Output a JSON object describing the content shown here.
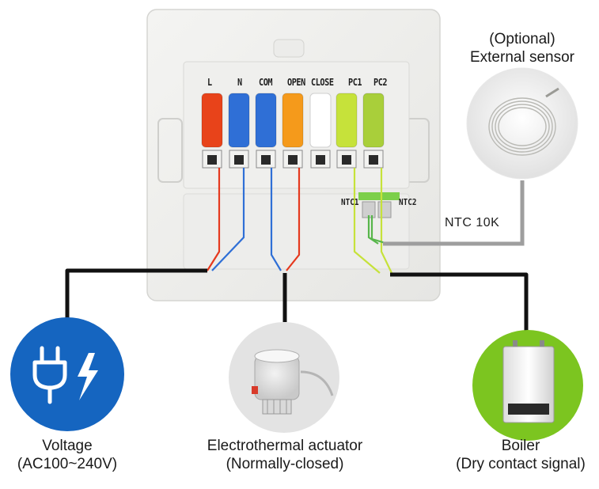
{
  "terminals": [
    {
      "label": "L",
      "color": "#e8431a"
    },
    {
      "label": "N",
      "color": "#2f6fd6"
    },
    {
      "label": "COM",
      "color": "#2f6fd6"
    },
    {
      "label": "OPEN",
      "color": "#f59a1b"
    },
    {
      "label": "CLOSE",
      "color": "#ffffff"
    },
    {
      "label": "PC1",
      "color": "#c6e23a"
    },
    {
      "label": "PC2",
      "color": "#a9cf3a"
    }
  ],
  "ntc_terminals": [
    "NTC1",
    "NTC2"
  ],
  "sensor_spec": "NTC 10K",
  "optional_sensor": {
    "line1": "(Optional)",
    "line2": "External sensor"
  },
  "voltage": {
    "line1": "Voltage",
    "line2": "(AC100~240V)"
  },
  "actuator": {
    "line1": "Electrothermal actuator",
    "line2": "(Normally-closed)"
  },
  "boiler": {
    "line1": "Boiler",
    "line2": "(Dry contact signal)"
  },
  "colors": {
    "power_circle": "#1565c0",
    "boiler_circle": "#7cc520",
    "wire": "#111111",
    "sensor_wire": "#9e9e9e"
  },
  "icons": [
    "plug-icon",
    "lightning-icon",
    "actuator-icon",
    "boiler-icon",
    "sensor-coil-icon"
  ]
}
